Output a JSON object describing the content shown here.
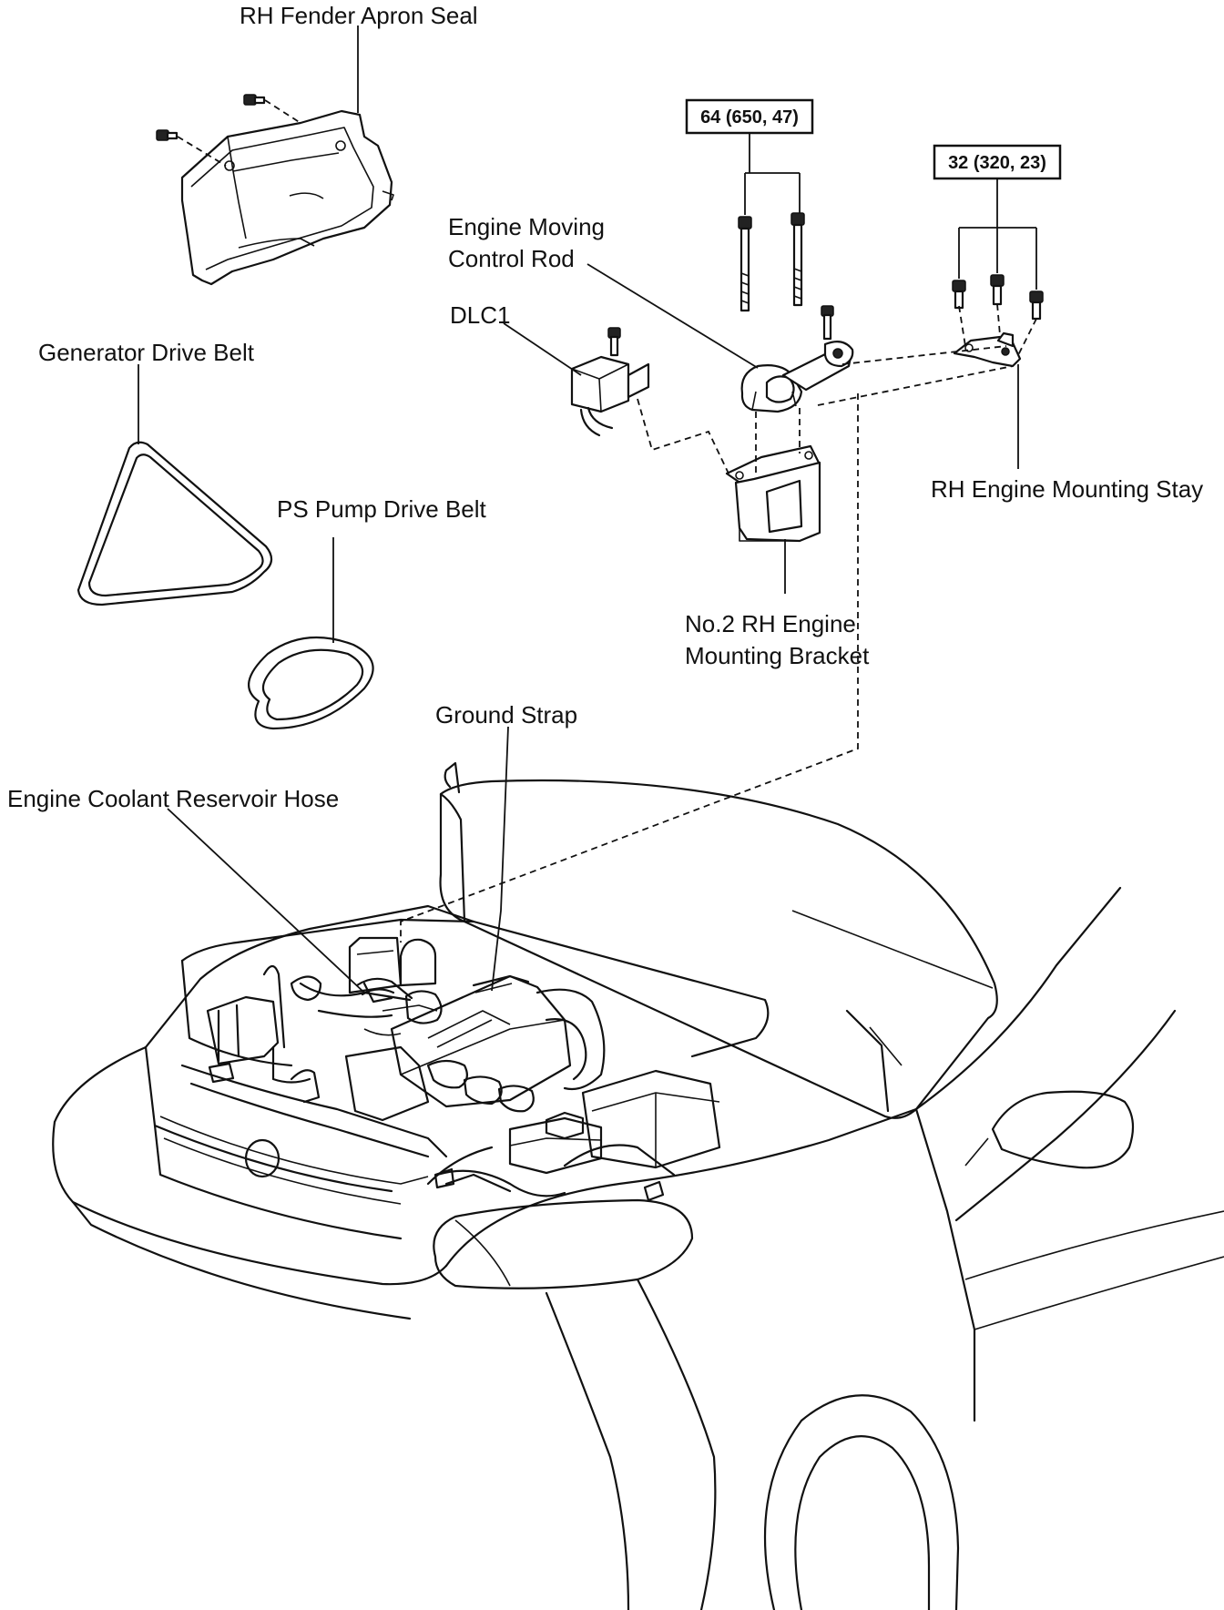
{
  "labels": {
    "rh_fender_apron_seal": "RH Fender Apron Seal",
    "engine_moving_control_rod_line1": "Engine Moving",
    "engine_moving_control_rod_line2": "Control Rod",
    "dlc1": "DLC1",
    "generator_drive_belt": "Generator Drive Belt",
    "ps_pump_drive_belt": "PS Pump Drive Belt",
    "rh_engine_mounting_stay": "RH Engine Mounting Stay",
    "no2_rh_engine_mounting_bracket_line1": "No.2 RH Engine",
    "no2_rh_engine_mounting_bracket_line2": "Mounting Bracket",
    "ground_strap": "Ground Strap",
    "engine_coolant_reservoir_hose": "Engine Coolant Reservoir Hose"
  },
  "torque_specs": {
    "control_rod_bolts": "64 (650, 47)",
    "mounting_stay_bolts": "32 (320, 23)"
  },
  "colors": {
    "ink": "#111111",
    "paper": "#ffffff"
  }
}
